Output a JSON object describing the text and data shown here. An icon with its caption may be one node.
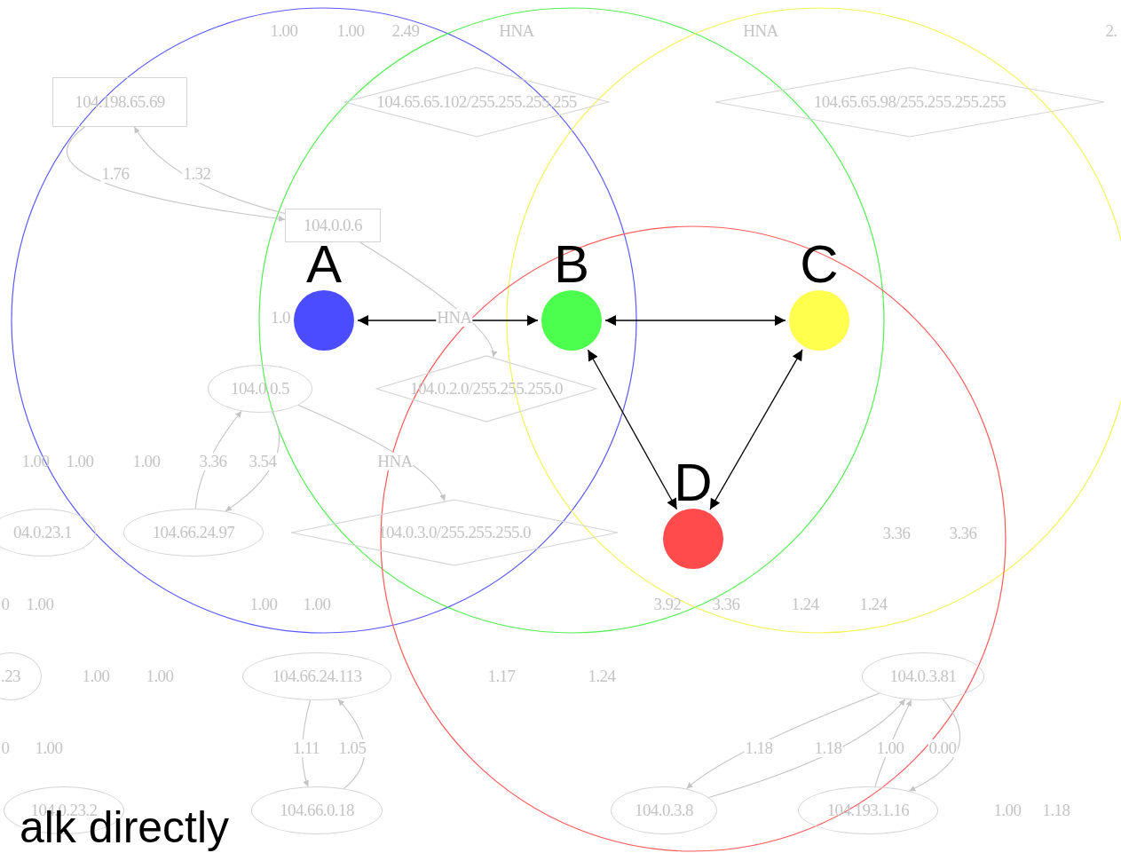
{
  "diagram": {
    "nodes": [
      {
        "text": [
          "104.198.65.69"
        ]
      },
      {
        "text": [
          "104.65.65.102/255.255.255.255"
        ]
      },
      {
        "text": [
          "104.65.65.98/255.255.255.255"
        ]
      },
      {
        "text": [
          "104.0.0.6"
        ]
      },
      {
        "text": [
          "A"
        ]
      },
      {
        "text": [
          "B"
        ]
      },
      {
        "text": [
          "C"
        ]
      },
      {
        "text": [
          "104.0.0.5"
        ]
      },
      {
        "text": [
          "104.0.2.0/255.255.255.0"
        ]
      },
      {
        "text": [
          "D"
        ]
      },
      {
        "text": [
          "04.0.23.1"
        ]
      },
      {
        "text": [
          "104.66.24.97"
        ]
      },
      {
        "text": [
          "104.0.3.0/255.255.255.0"
        ]
      },
      {
        "text": [
          ".23"
        ]
      },
      {
        "text": [
          "104.66.24.113"
        ]
      },
      {
        "text": [
          "104.0.3.81"
        ]
      },
      {
        "text": [
          "104.0.23.2"
        ]
      },
      {
        "text": [
          "104.66.0.18"
        ]
      },
      {
        "text": [
          "104.0.3.8"
        ]
      },
      {
        "text": [
          "104.193.1.16"
        ]
      }
    ],
    "edges": [
      {
        "from": 4,
        "to": 5,
        "arrow": "both",
        "color": "#000000"
      },
      {
        "from": 5,
        "to": 6,
        "arrow": "both",
        "color": "#000000"
      },
      {
        "from": 5,
        "to": 9,
        "arrow": "both",
        "color": "#000000"
      },
      {
        "from": 6,
        "to": 9,
        "arrow": "both",
        "color": "#000000"
      },
      {
        "from": 0,
        "to": 3,
        "arrow": "to",
        "label": "1.76"
      },
      {
        "from": 3,
        "to": 0,
        "arrow": "to",
        "label": "1.32"
      },
      {
        "from": 3,
        "to": 8,
        "arrow": "to",
        "label": "HNA"
      },
      {
        "from": 7,
        "to": 11,
        "arrow": "to",
        "label": "3.54"
      },
      {
        "from": 11,
        "to": 7,
        "arrow": "to",
        "label": "3.36"
      },
      {
        "from": 7,
        "to": 12,
        "arrow": "to",
        "label": "HNA"
      },
      {
        "from": 14,
        "to": 17,
        "arrow": "to",
        "label": "1.11"
      },
      {
        "from": 17,
        "to": 14,
        "arrow": "to",
        "label": "1.05"
      },
      {
        "from": 18,
        "to": 15,
        "arrow": "to",
        "label": "1.18"
      },
      {
        "from": 15,
        "to": 18,
        "arrow": "to",
        "label": "1.18"
      },
      {
        "from": 19,
        "to": 15,
        "arrow": "to",
        "label": "1.00"
      },
      {
        "from": 15,
        "to": 19,
        "arrow": "to",
        "label": "0.00"
      }
    ],
    "labels": [
      "1.00",
      "1.00",
      "2.49",
      "HNA",
      "HNA",
      "2.",
      "1.0",
      "1.00",
      "1.00",
      "1.00",
      "3.36",
      "3.36",
      "0",
      "1.00",
      "1.00",
      "1.00",
      "3.92",
      "3.36",
      "1.24",
      "1.24",
      "1.00",
      "1.00",
      "1.17",
      "1.24",
      "0",
      "1.00",
      "1.00",
      "1.18",
      "alk directly"
    ]
  }
}
